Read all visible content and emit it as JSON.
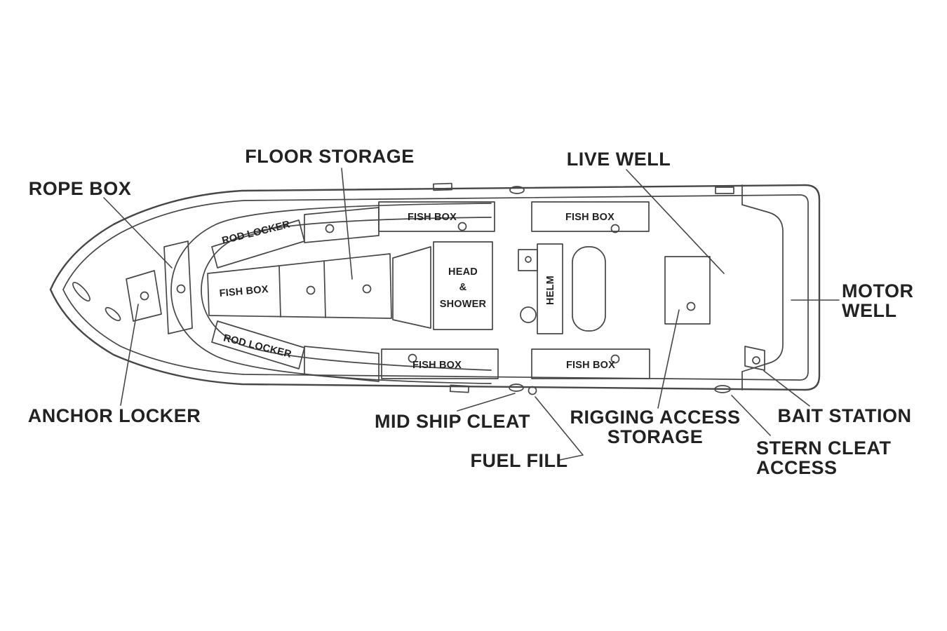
{
  "diagram": {
    "callouts": {
      "floor_storage": "FLOOR STORAGE",
      "live_well": "LIVE WELL",
      "rope_box": "ROPE BOX",
      "motor_well_line1": "MOTOR",
      "motor_well_line2": "WELL",
      "anchor_locker": "ANCHOR LOCKER",
      "mid_ship_cleat": "MID SHIP CLEAT",
      "fuel_fill": "FUEL FILL",
      "rigging_access_line1": "RIGGING ACCESS",
      "rigging_access_line2": "STORAGE",
      "bait_station": "BAIT STATION",
      "stern_cleat_line1": "STERN CLEAT",
      "stern_cleat_line2": "ACCESS"
    },
    "compartments": {
      "rod_locker": "ROD LOCKER",
      "fish_box": "FISH BOX",
      "head_shower_line1": "HEAD",
      "head_shower_line2": "&",
      "head_shower_line3": "SHOWER",
      "helm": "HELM"
    },
    "colors": {
      "line": "#474747",
      "text": "#222222",
      "background": "#ffffff"
    }
  }
}
